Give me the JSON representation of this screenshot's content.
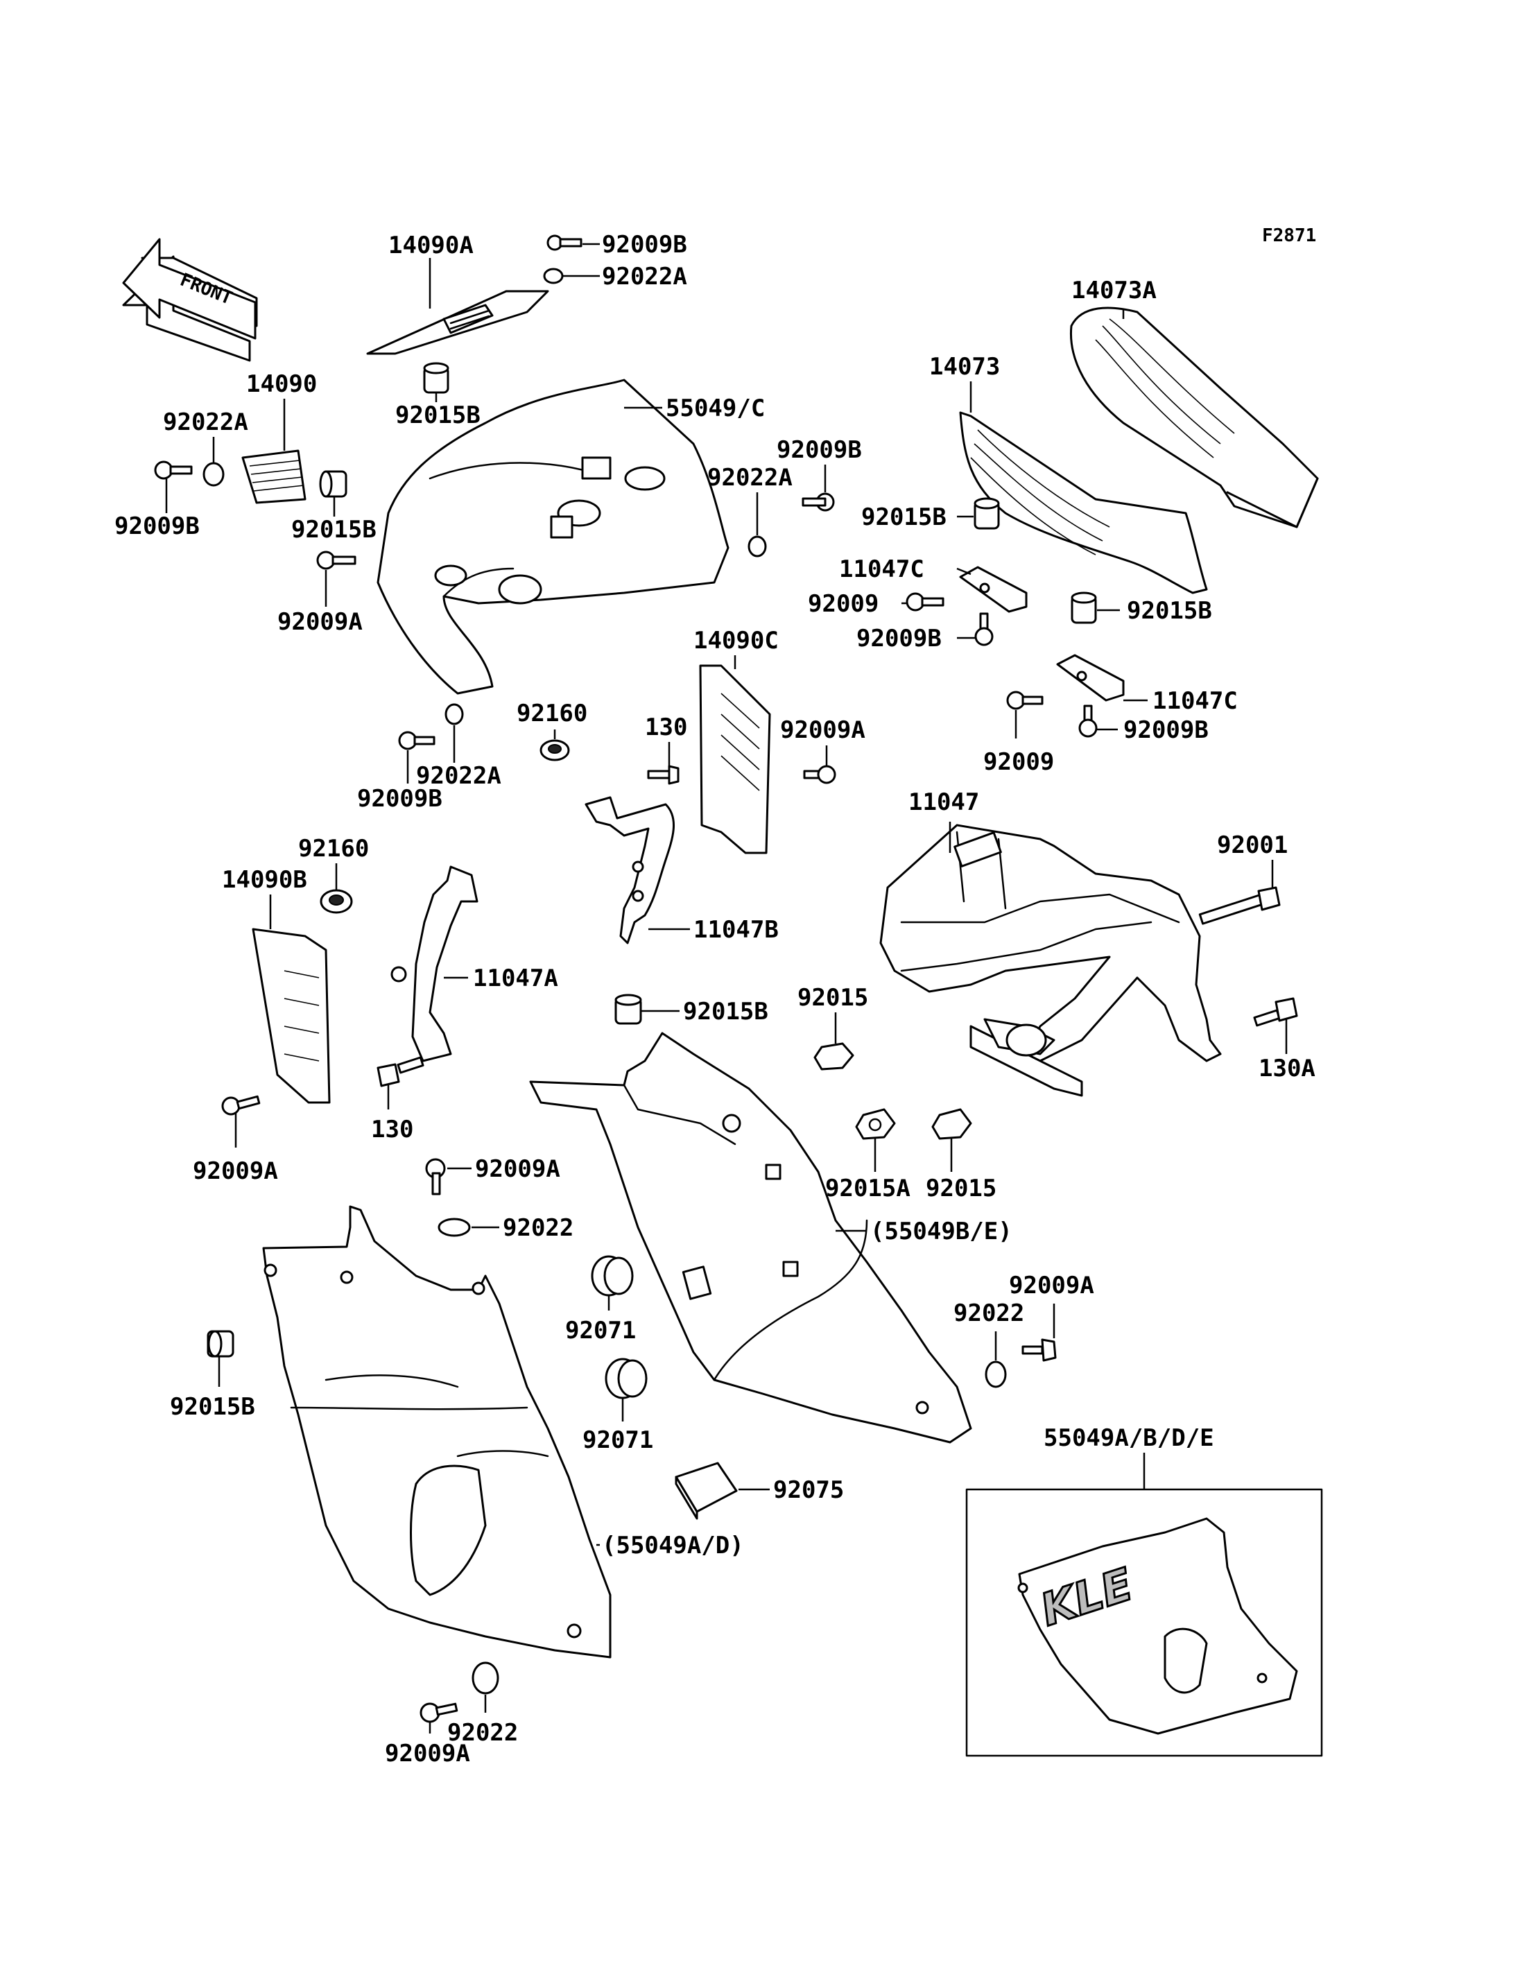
{
  "figure_code": "F2871",
  "direction_arrow": {
    "label": "FRONT"
  },
  "logo_text": "KLE",
  "parts": {
    "p14090A": "14090A",
    "p92009B_top": "92009B",
    "p92022A_top": "92022A",
    "p92015B_top": "92015B",
    "p55049C": "55049/C",
    "p14090": "14090",
    "p92022A_left": "92022A",
    "p92009B_left": "92009B",
    "p92015B_left": "92015B",
    "p92009A_upper": "92009A",
    "p92009B_mid": "92009B",
    "p92022A_mid": "92022A",
    "p92009B_lower": "92009B",
    "p92022A_lower": "92022A",
    "p14073A": "14073A",
    "p14073": "14073",
    "p92015B_right1": "92015B",
    "p11047C_1": "11047C",
    "p92009_1": "92009",
    "p92009B_right1": "92009B",
    "p92015B_right2": "92015B",
    "p11047C_2": "11047C",
    "p92009_2": "92009",
    "p92009B_right2": "92009B",
    "p14090C": "14090C",
    "p92160_top": "92160",
    "p130_top": "130",
    "p92009A_c": "92009A",
    "p11047B": "11047B",
    "p11047": "11047",
    "p92001": "92001",
    "p92015_a": "92015",
    "p130A": "130A",
    "p92015A": "92015A",
    "p92015_b": "92015",
    "p14090B": "14090B",
    "p92160_left": "92160",
    "p11047A": "11047A",
    "p130_left": "130",
    "p92009A_left": "92009A",
    "p92015B_center": "92015B",
    "p92009A_center": "92009A",
    "p92022_center": "92022",
    "p55049BE": "(55049B/E)",
    "p92071_a": "92071",
    "p92071_b": "92071",
    "p92022_right": "92022",
    "p92009A_right": "92009A",
    "p92075": "92075",
    "p92015B_lowleft": "92015B",
    "p55049AD": "(55049A/D)",
    "p92022_bottom": "92022",
    "p92009A_bottom": "92009A",
    "p55049ABDE": "55049A/B/D/E"
  }
}
